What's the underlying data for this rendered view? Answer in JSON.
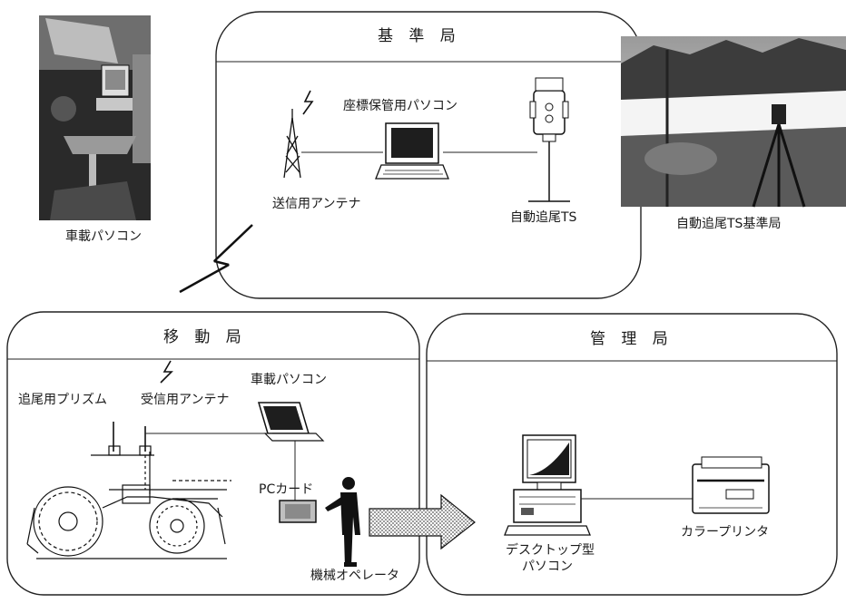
{
  "stations": {
    "base": {
      "title": "基 準 局"
    },
    "mobile": {
      "title": "移 動 局"
    },
    "management": {
      "title": "管 理 局"
    }
  },
  "labels": {
    "vehicle_pc_photo": "車載パソコン",
    "ts_base_photo": "自動追尾TS基準局",
    "coordinate_pc": "座標保管用パソコン",
    "transmit_antenna": "送信用アンテナ",
    "auto_ts": "自動追尾TS",
    "tracking_prism": "追尾用プリズム",
    "receive_antenna": "受信用アンテナ",
    "vehicle_pc": "車載パソコン",
    "pc_card": "PCカード",
    "operator": "機械オペレータ",
    "desktop_pc_line1": "デスクトップ型",
    "desktop_pc_line2": "パソコン",
    "color_printer": "カラープリンタ"
  }
}
